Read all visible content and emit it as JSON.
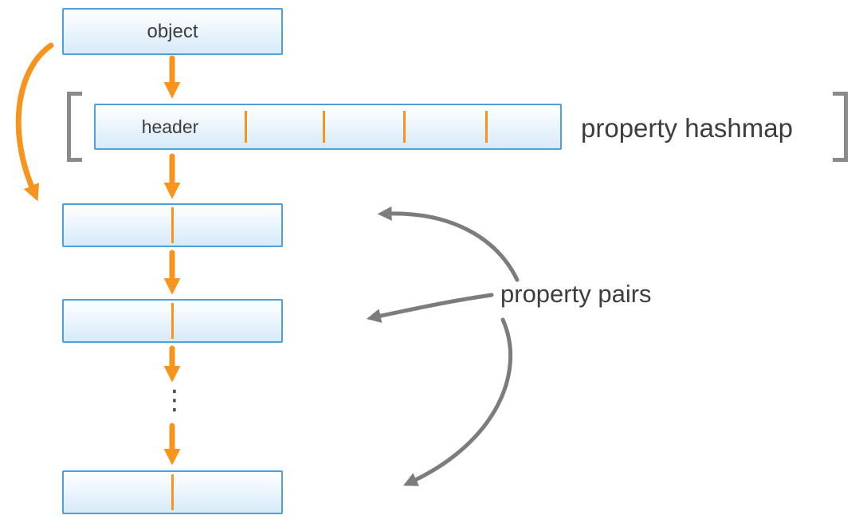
{
  "diagram": {
    "object_label": "object",
    "header_label": "header",
    "hashmap_label": "property hashmap",
    "pairs_label": "property pairs",
    "ellipsis": "⋮",
    "hashmap_slot_count": 5,
    "property_pair_count": 3
  },
  "colors": {
    "accent_orange": "#F7941E",
    "box_border_blue": "#4F9FD8",
    "box_fill_light": "#D7EAF8",
    "bracket_gray": "#8A8A8A",
    "arrow_gray": "#7C7C7C",
    "text_dark": "#3D3D3D"
  }
}
